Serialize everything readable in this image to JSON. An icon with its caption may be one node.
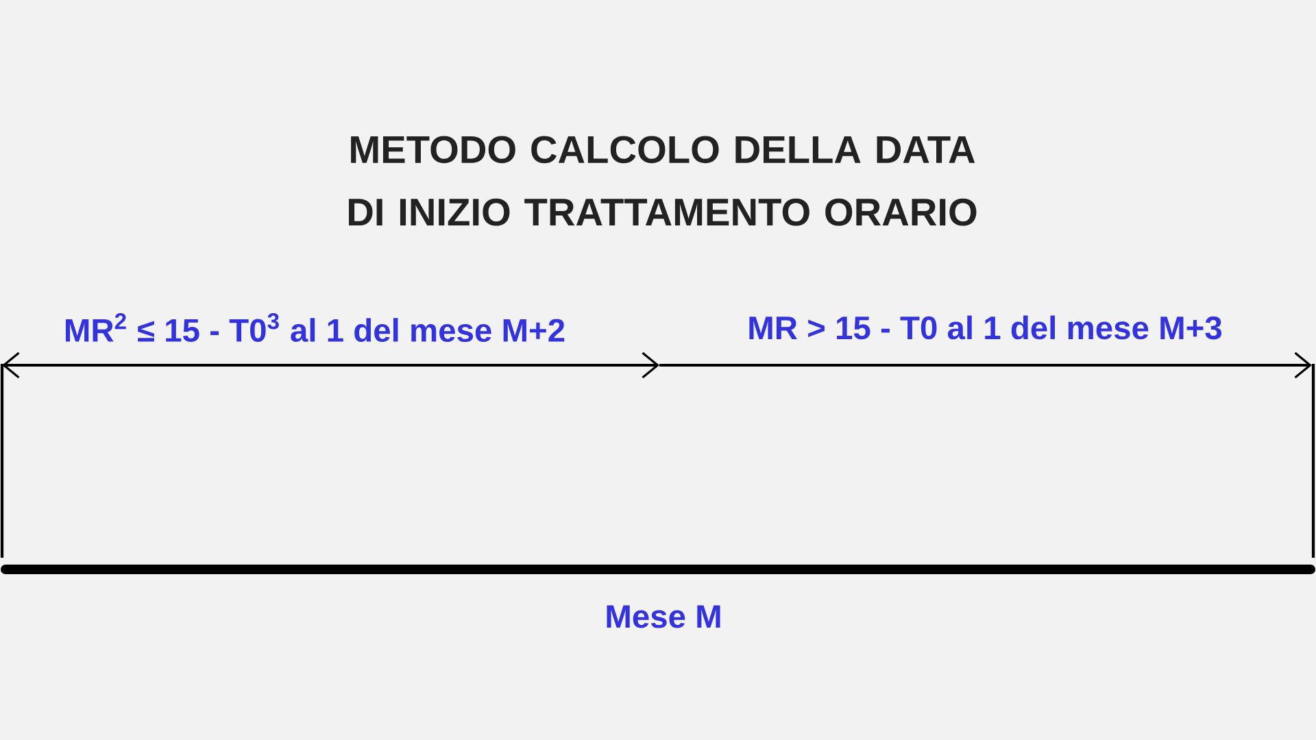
{
  "diagram": {
    "title": "METODO CALCOLO DELLA DATA DI INIZIO TRATTAMENTO ORARIO",
    "labels": [
      "MR$^{2}$ ≤ 15 - T0$^{3}$ al 1 del mese M+2",
      "MR > 15 - T0 al 1 del mese M+3",
      "Mese M"
    ]
  }
}
